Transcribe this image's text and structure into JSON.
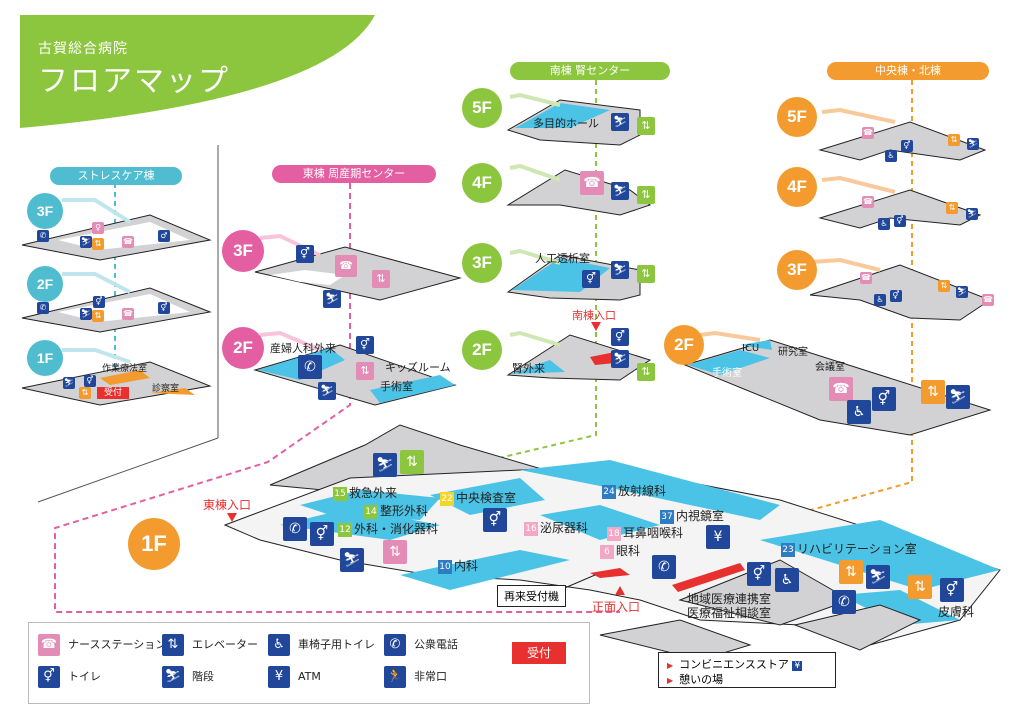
{
  "header": {
    "hospital_name": "古賀総合病院",
    "title": "フロアマップ",
    "banner_color": "#8cc63e"
  },
  "colors": {
    "stress_care": "#4fbcd0",
    "east": "#e35fa2",
    "south": "#8cc63e",
    "central": "#f39b2f",
    "room_fill": "#4bc3e6",
    "floor_gray": "#d2d2d4",
    "icon_blue": "#21479b",
    "nurse_pink": "#e38db6",
    "reception_red": "#e8312f"
  },
  "buildings": {
    "stress_care": {
      "name": "ストレスケア棟",
      "floors": [
        {
          "label": "3F",
          "rooms": []
        },
        {
          "label": "2F",
          "rooms": []
        },
        {
          "label": "1F",
          "rooms": [
            "作業療法室",
            "診察室"
          ],
          "reception": "受付"
        }
      ]
    },
    "east": {
      "name": "東棟 周産期センター",
      "floors": [
        {
          "label": "3F",
          "rooms": []
        },
        {
          "label": "2F",
          "rooms": [
            "産婦人科外来",
            "キッズルーム",
            "手術室"
          ]
        }
      ]
    },
    "south": {
      "name": "南棟 腎センター",
      "floors": [
        {
          "label": "5F",
          "rooms": [
            "多目的ホール"
          ]
        },
        {
          "label": "4F",
          "rooms": []
        },
        {
          "label": "3F",
          "rooms": [
            "人工透析室"
          ]
        },
        {
          "label": "2F",
          "rooms": [
            "腎外来"
          ]
        }
      ],
      "entrance": "南棟入口"
    },
    "central": {
      "name": "中央棟・北棟",
      "floors": [
        {
          "label": "5F",
          "rooms": []
        },
        {
          "label": "4F",
          "rooms": []
        },
        {
          "label": "3F",
          "rooms": []
        },
        {
          "label": "2F",
          "rooms": [
            "ICU",
            "研究室",
            "会議室",
            "手術室"
          ]
        }
      ]
    }
  },
  "first_floor": {
    "label": "1F",
    "entrances": {
      "east": "東棟入口",
      "main": "正面入口"
    },
    "departments": [
      {
        "num": "15",
        "name": "救急外来",
        "color": "#8cc63e"
      },
      {
        "num": "22",
        "name": "中央検査室",
        "color": "#f2d52f"
      },
      {
        "num": "14",
        "name": "整形外科",
        "color": "#8cc63e"
      },
      {
        "num": "12",
        "name": "外科・消化器科",
        "color": "#8cc63e"
      },
      {
        "num": "10",
        "name": "内科",
        "color": "#2e7dc3"
      },
      {
        "num": "24",
        "name": "放射線科",
        "color": "#2e7dc3"
      },
      {
        "num": "37",
        "name": "内視鏡室",
        "color": "#2e7dc3"
      },
      {
        "num": "16",
        "name": "泌尿器科",
        "color": "#f3a7c6"
      },
      {
        "num": "18",
        "name": "耳鼻咽喉科",
        "color": "#f3a7c6"
      },
      {
        "num": "6",
        "name": "眼科",
        "color": "#f3a7c6"
      },
      {
        "num": "23",
        "name": "リハビリテーション室",
        "color": "#2e7dc3"
      }
    ],
    "rooms": [
      "地域医療連携室",
      "医療福祉相談室",
      "皮膚科"
    ],
    "kiosk_label": "再来受付機",
    "store_items": [
      "コンビニエンスストア",
      "憩いの場"
    ]
  },
  "legend": {
    "items": [
      {
        "icon": "nurse-station-icon",
        "glyph": "☎",
        "label": "ナースステーション"
      },
      {
        "icon": "elevator-icon",
        "glyph": "⇅",
        "label": "エレベーター"
      },
      {
        "icon": "wheelchair-toilet-icon",
        "glyph": "♿",
        "label": "車椅子用トイレ"
      },
      {
        "icon": "public-phone-icon",
        "glyph": "✆",
        "label": "公衆電話"
      },
      {
        "icon": "toilet-icon",
        "glyph": "🚻",
        "label": "トイレ"
      },
      {
        "icon": "stairs-icon",
        "glyph": "⛷",
        "label": "階段"
      },
      {
        "icon": "atm-icon",
        "glyph": "¥",
        "label": "ATM"
      },
      {
        "icon": "emergency-exit-icon",
        "glyph": "🏃",
        "label": "非常口"
      }
    ],
    "reception_label": "受付"
  }
}
